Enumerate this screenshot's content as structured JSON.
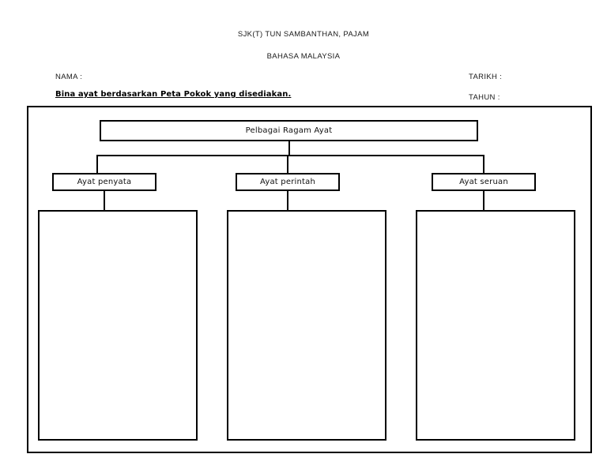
{
  "header": {
    "school_name": "SJK(T) TUN SAMBANTHAN, PAJAM",
    "subject": "BAHASA MALAYSIA"
  },
  "fields": {
    "nama_label": "NAMA :",
    "tarikh_label": "TARIKH :",
    "tahun_label": "TAHUN :",
    "nama_value": "",
    "tarikh_value": "",
    "tahun_value": ""
  },
  "instruction": "Bina ayat berdasarkan Peta Pokok yang disediakan.",
  "diagram": {
    "type": "tree-map",
    "root": "Pelbagai Ragam Ayat",
    "branches": [
      {
        "label": "Ayat penyata",
        "answer": ""
      },
      {
        "label": "Ayat perintah",
        "answer": ""
      },
      {
        "label": "Ayat seruan",
        "answer": ""
      }
    ]
  },
  "colors": {
    "ink": "#000000",
    "page": "#ffffff"
  }
}
